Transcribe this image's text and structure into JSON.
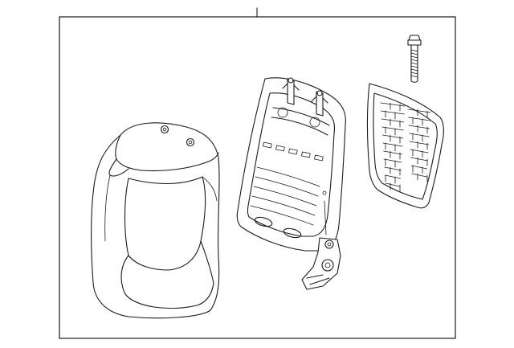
{
  "diagram": {
    "callouts": [],
    "parts": [
      {
        "id": "seat-back-cover",
        "icon": "seat-back-cover-icon"
      },
      {
        "id": "seat-back-frame",
        "icon": "seat-back-frame-icon"
      },
      {
        "id": "mesh-pad",
        "icon": "mesh-pad-icon"
      },
      {
        "id": "bolt",
        "icon": "bolt-icon"
      }
    ],
    "colors": {
      "line": "#1a1a1a",
      "background": "#ffffff"
    }
  }
}
